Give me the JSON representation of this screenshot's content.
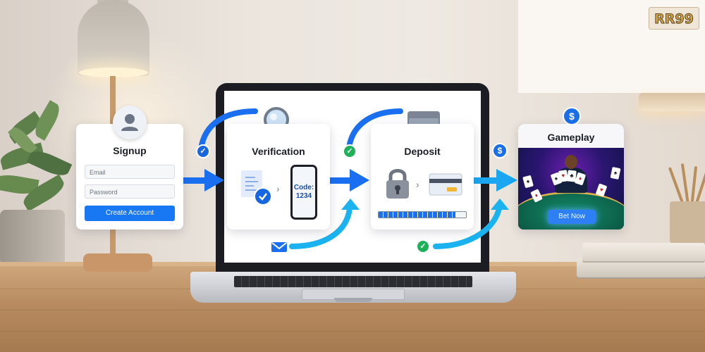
{
  "brand": {
    "logo_text": "RR99"
  },
  "steps": {
    "signup": {
      "title": "Signup",
      "email_placeholder": "Email",
      "password_placeholder": "Password",
      "button_label": "Create Account"
    },
    "verification": {
      "title": "Verification",
      "code_label": "Code:",
      "code_value": "1234"
    },
    "deposit": {
      "title": "Deposit",
      "progress_fraction": 0.88
    },
    "gameplay": {
      "title": "Gameplay",
      "button_label": "Bet Now"
    }
  },
  "icons": {
    "dollar": "$",
    "check": "✓"
  },
  "colors": {
    "accent_blue": "#1877f2",
    "arrow_blue": "#1a6ff0",
    "arrow_cyan": "#1ab3f0",
    "check_green": "#1fb05a"
  }
}
